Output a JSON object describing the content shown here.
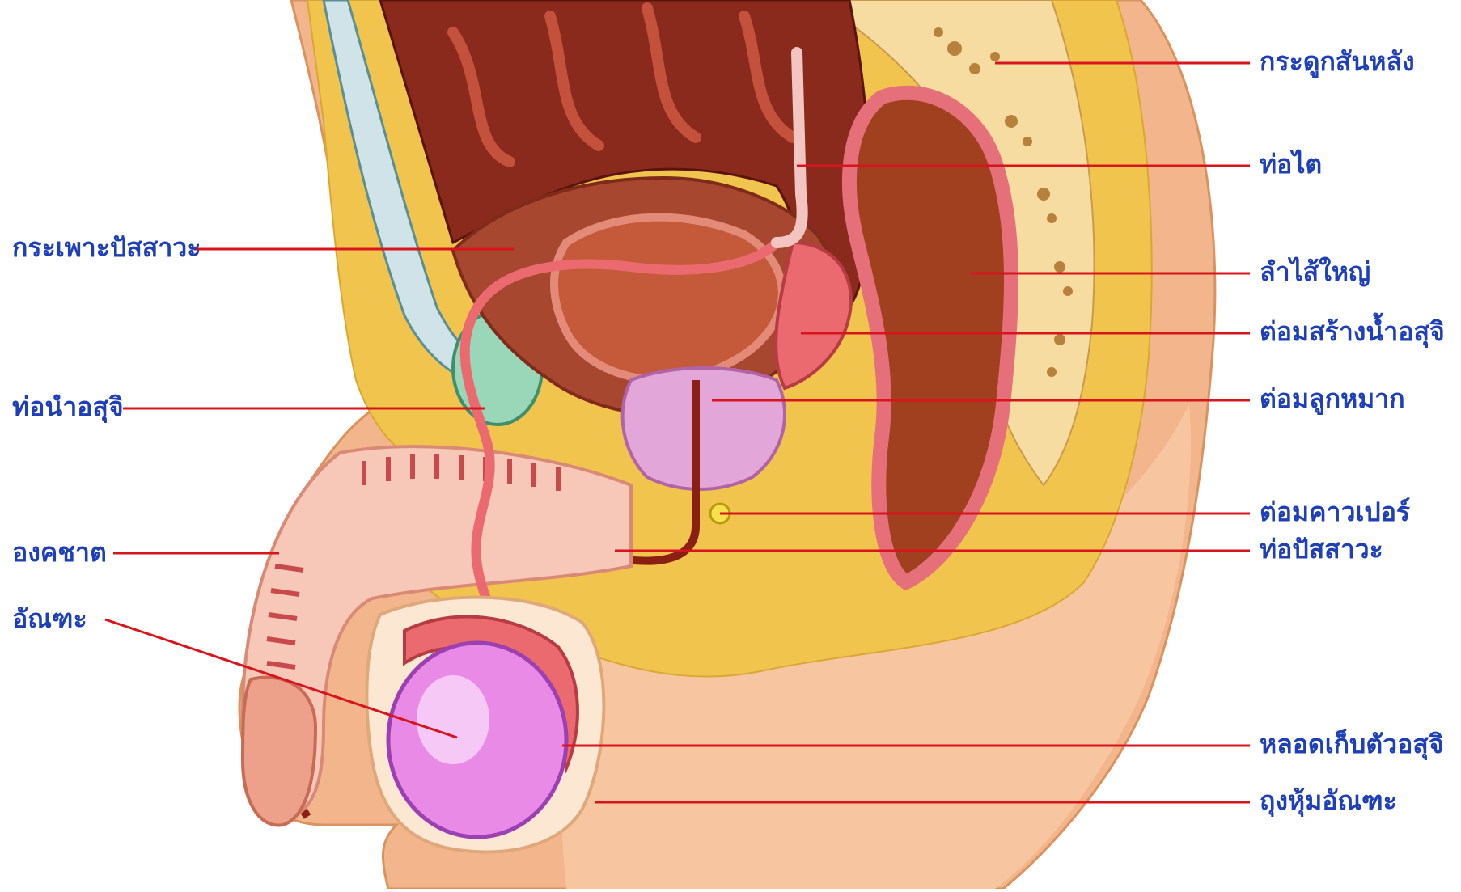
{
  "diagram": {
    "labels_left": [
      {
        "id": "bladder",
        "text": "กระเพาะปัสสาวะ"
      },
      {
        "id": "vas-deferens",
        "text": "ท่อนำอสุจิ"
      },
      {
        "id": "penis",
        "text": "องคชาต"
      },
      {
        "id": "testis",
        "text": "อัณฑะ"
      }
    ],
    "labels_right": [
      {
        "id": "spine",
        "text": "กระดูกสันหลัง"
      },
      {
        "id": "ureter",
        "text": "ท่อไต"
      },
      {
        "id": "colon",
        "text": "ลำไส้ใหญ่"
      },
      {
        "id": "seminal-vesicle",
        "text": "ต่อมสร้างน้ำอสุจิ"
      },
      {
        "id": "prostate",
        "text": "ต่อมลูกหมาก"
      },
      {
        "id": "cowpers-gland",
        "text": "ต่อมคาวเปอร์"
      },
      {
        "id": "urethra",
        "text": "ท่อปัสสาวะ"
      },
      {
        "id": "epididymis",
        "text": "หลอดเก็บตัวอสุจิ"
      },
      {
        "id": "scrotum",
        "text": "ถุงหุ้มอัณฑะ"
      }
    ],
    "colors": {
      "label_text": "#1e3fb8",
      "leader_line": "#d8141c",
      "skin": "#f3b58c",
      "fat": "#f1c44e",
      "bladder": "#a8472f",
      "intestine": "#8a2a1c",
      "testis": "#e98be6",
      "prostate": "#e3a6d8",
      "muscle": "#ea6a6f",
      "bone": "#f6dca0"
    }
  }
}
